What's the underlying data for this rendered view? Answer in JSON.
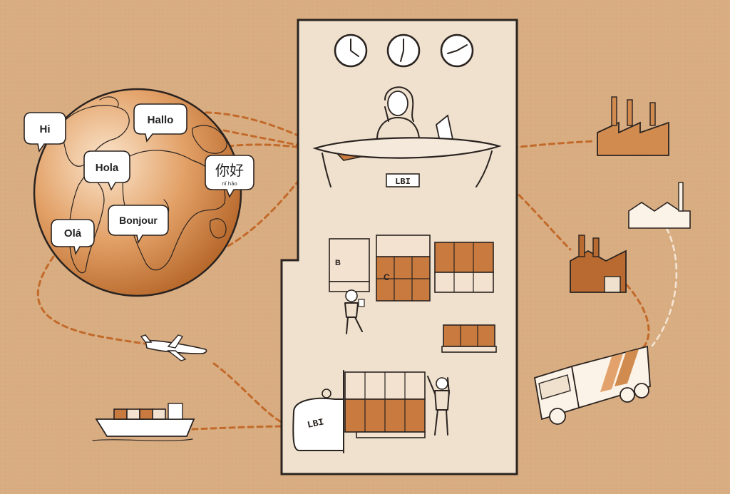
{
  "greetings": {
    "hi": "Hi",
    "hallo": "Hallo",
    "hola": "Hola",
    "nihao": "你好",
    "nihao_pinyin": "nǐ hǎo",
    "ola": "Olá",
    "bonjour": "Bonjour"
  },
  "brand": {
    "desk_sign": "LBI",
    "machine_label": "LBI"
  },
  "warehouse": {
    "rack_b": "B",
    "rack_c": "C"
  },
  "colors": {
    "background": "#d9ad82",
    "accent": "#c26a2a",
    "building_fill": "#efe1cd",
    "globe": "#d58a45"
  },
  "icons": [
    "clock-icon",
    "globe-icon",
    "airplane-icon",
    "cargo-ship-icon",
    "factory-icon",
    "truck-icon",
    "forklift-icon"
  ]
}
